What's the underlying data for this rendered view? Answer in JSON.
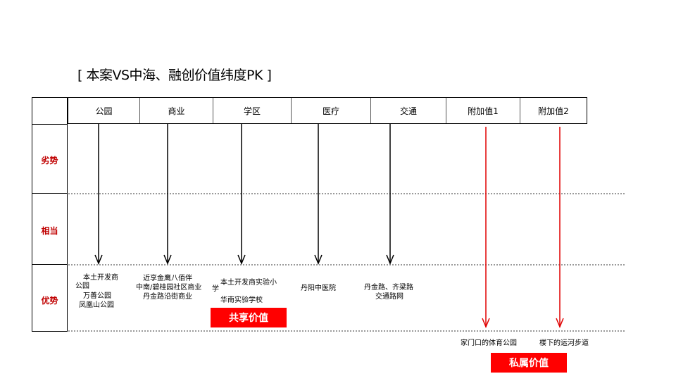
{
  "title": "[ 本案VS中海、融创价值纬度PK ]",
  "columns": [
    {
      "label": "公园",
      "width": 102
    },
    {
      "label": "商业",
      "width": 104
    },
    {
      "label": "学区",
      "width": 111
    },
    {
      "label": "医疗",
      "width": 113
    },
    {
      "label": "交通",
      "width": 107
    },
    {
      "label": "附加值1",
      "width": 105
    },
    {
      "label": "附加值2",
      "width": 94
    }
  ],
  "rows": {
    "inferior": "劣势",
    "equal": "相当",
    "superior": "优势"
  },
  "cells": {
    "park": [
      "本土开发商",
      "公园",
      "万善公园",
      "凤凰山公园"
    ],
    "commerce": [
      "近享金鹰八佰伴",
      "中南/碧桂园社区商业",
      "丹金路沿街商业"
    ],
    "school": {
      "side": "学",
      "line1": "本土开发商实验小",
      "line2": "华南实验学校"
    },
    "medical": [
      "丹阳中医院"
    ],
    "traffic": [
      "丹金路、齐梁路",
      "交通路网"
    ],
    "extra1": "家门口的体育公园",
    "extra2": "楼下的运河步道"
  },
  "badges": {
    "shared": "共享价值",
    "private": "私属价值"
  },
  "colors": {
    "accent_red": "#ff0000",
    "label_red": "#c00000",
    "arrow_black": "#000000",
    "dotted_gray": "#9a9a9a"
  }
}
